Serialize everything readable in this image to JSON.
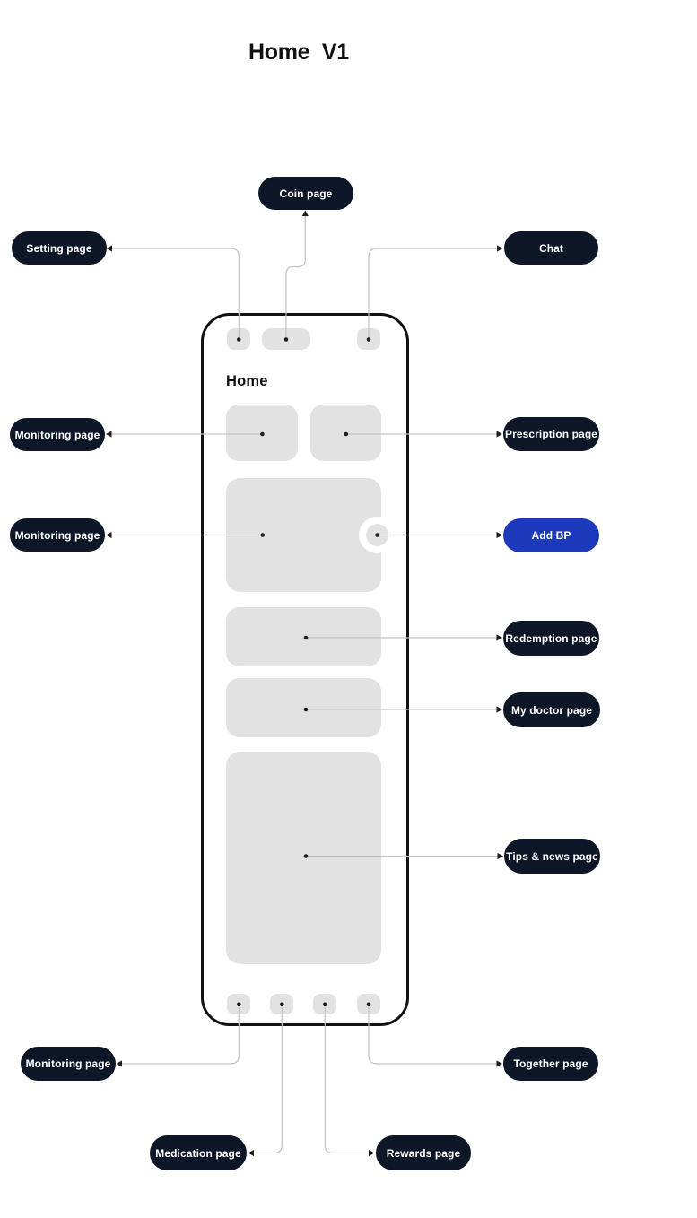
{
  "title": "Home V1",
  "phone": {
    "screen_title": "Home"
  },
  "labels": {
    "coin": "Coin page",
    "setting": "Setting page",
    "chat": "Chat",
    "monitoring_top": "Monitoring page",
    "prescription": "Prescription page",
    "monitoring_mid": "Monitoring page",
    "add_bp": "Add BP",
    "redemption": "Redemption page",
    "my_doctor": "My doctor page",
    "tips_news": "Tips & news page",
    "monitoring_bottom": "Monitoring page",
    "together": "Together page",
    "medication": "Medication page",
    "rewards": "Rewards page"
  },
  "colors": {
    "label_bg": "#0e1727",
    "label_text": "#ffffff",
    "accent_blue": "#1e3abc",
    "placeholder": "#e2e2e3",
    "connector": "#c2c2c2",
    "frame_border": "#111111"
  }
}
